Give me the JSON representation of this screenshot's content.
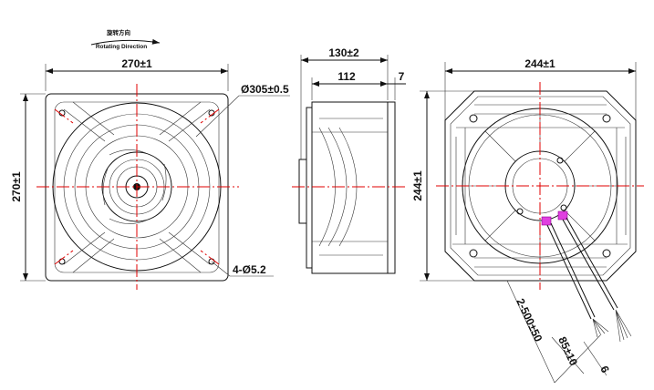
{
  "rotation": {
    "label_cn": "旋转方向",
    "label_en": "Rotating Direction"
  },
  "front_view": {
    "width": "270±1",
    "height": "270±1",
    "diameter": "Ø305±0.5",
    "holes": "4-Ø5.2"
  },
  "side_view": {
    "overall_depth": "130±2",
    "body_depth": "112",
    "flange": "7"
  },
  "rear_view": {
    "width": "244±1",
    "height": "244±1",
    "cable_length": "2-500±50",
    "strip_length": "85±10",
    "strip_end": "6"
  },
  "colors": {
    "centerline": "#e00000",
    "connector": "#e040e0"
  }
}
